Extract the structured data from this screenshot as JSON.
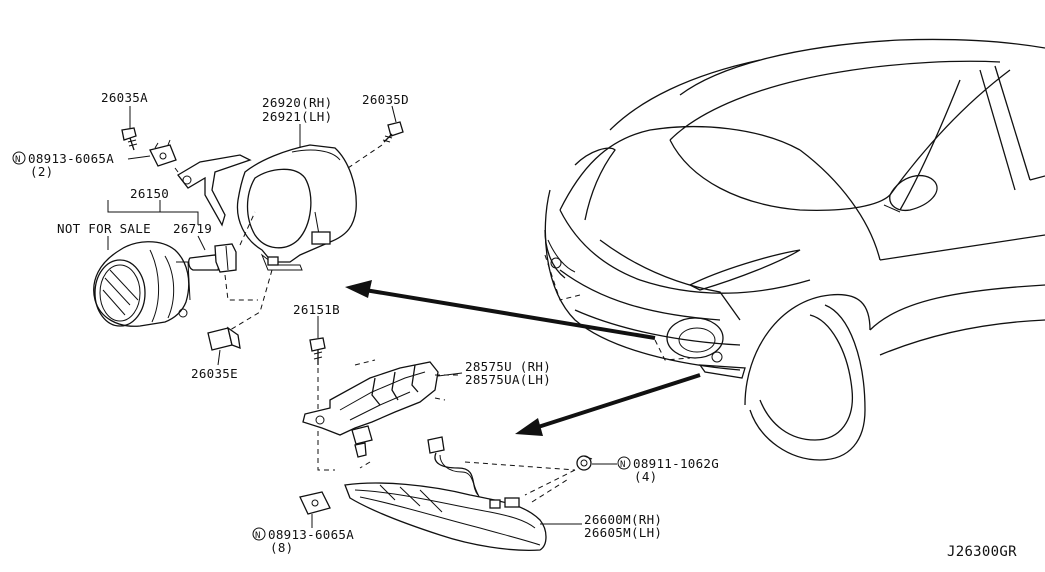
{
  "labels": {
    "p26035a": "26035A",
    "p26920": "26920(RH)",
    "p26921": "26921(LH)",
    "p26035d": "26035D",
    "n_symbol": "N",
    "p08913_top": "08913-6065A",
    "q2": "(2)",
    "p26150": "26150",
    "not_for_sale": "NOT FOR SALE",
    "p26719": "26719",
    "p26035e": "26035E",
    "p26151b": "26151B",
    "p28575u": "28575U (RH)",
    "p28575ua": "28575UA(LH)",
    "p08911": "08911-1062G",
    "q4": "(4)",
    "p26600m": "26600M(RH)",
    "p26605m": "26605M(LH)",
    "p08913_bottom": "08913-6065A",
    "q8": "(8)",
    "diagram_code": "J26300GR"
  }
}
